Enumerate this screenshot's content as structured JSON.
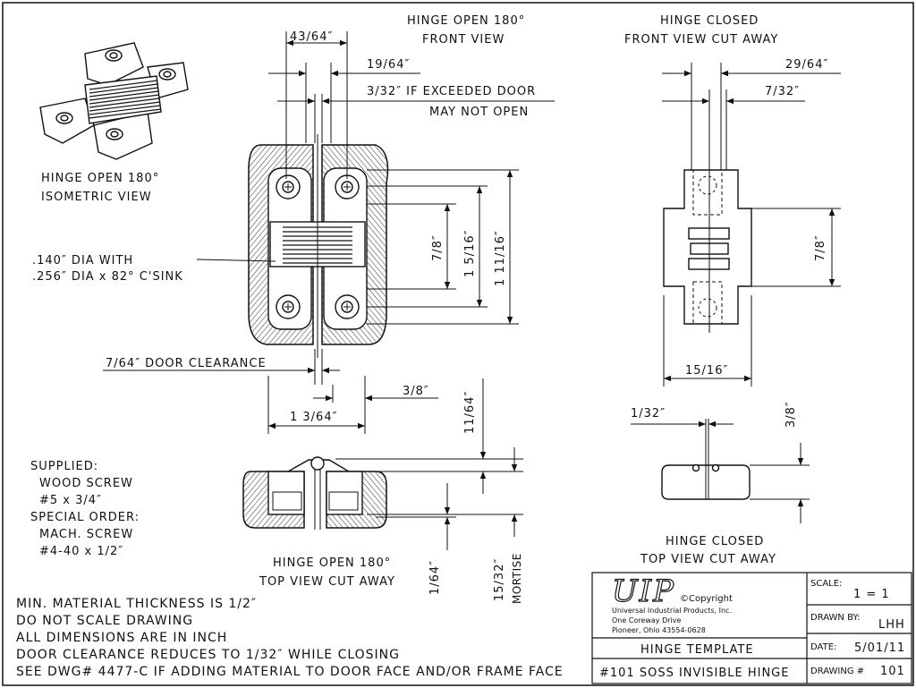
{
  "views": {
    "front_open_title_1": "HINGE OPEN 180°",
    "front_open_title_2": "FRONT VIEW",
    "front_closed_title_1": "HINGE CLOSED",
    "front_closed_title_2": "FRONT VIEW CUT AWAY",
    "iso_title_1": "HINGE OPEN 180°",
    "iso_title_2": "ISOMETRIC VIEW",
    "top_open_title_1": "HINGE OPEN 180°",
    "top_open_title_2": "TOP VIEW CUT AWAY",
    "top_closed_title_1": "HINGE CLOSED",
    "top_closed_title_2": "TOP VIEW CUT AWAY"
  },
  "dimensions": {
    "d_43_64": "43/64″",
    "d_19_64": "19/64″",
    "exceed_1": "3/32″ IF EXCEEDED DOOR",
    "exceed_2": "MAY NOT OPEN",
    "d_7_8": "7/8″",
    "d_1_5_16": "1 5/16″",
    "d_1_11_16": "1 11/16″",
    "dia_1": ".140″ DIA WITH",
    "dia_2": ".256″ DIA x 82° C'SINK",
    "door_clearance": "7/64″ DOOR CLEARANCE",
    "d_3_8": "3/8″",
    "d_1_3_64": "1 3/64″",
    "d_11_64": "11/64″",
    "d_1_64": "1/64″",
    "d_15_32": "15/32″",
    "mortise": "MORTISE",
    "d_29_64": "29/64″",
    "d_7_32": "7/32″",
    "d_7_8_closed": "7/8″",
    "d_15_16": "15/16″",
    "d_1_32": "1/32″",
    "d_3_8_closed": "3/8″"
  },
  "screws": {
    "line1": "SUPPLIED:",
    "line2": "WOOD SCREW",
    "line3": "#5 x 3/4″",
    "line4": "SPECIAL ORDER:",
    "line5": "MACH. SCREW",
    "line6": "#4-40 x 1/2″"
  },
  "notes": [
    "MIN. MATERIAL THICKNESS IS 1/2″",
    "DO NOT SCALE DRAWING",
    "ALL DIMENSIONS ARE IN INCH",
    "DOOR CLEARANCE REDUCES TO 1/32″ WHILE CLOSING",
    "SEE DWG# 4477-C IF ADDING MATERIAL TO DOOR FACE AND/OR FRAME FACE"
  ],
  "title_block": {
    "logo": "UIP",
    "copyright": "©Copyright",
    "company": "Universal Industrial Products, Inc.",
    "address_1": "One Coreway Drive",
    "address_2": "Pioneer, Ohio  43554-0628",
    "template": "HINGE TEMPLATE",
    "product": "#101 SOSS INVISIBLE HINGE",
    "scale_label": "SCALE:",
    "scale_value": "1 = 1",
    "drawn_label": "DRAWN BY:",
    "drawn_value": "LHH",
    "date_label": "DATE:",
    "date_value": "5/01/11",
    "drawing_label": "DRAWING #",
    "drawing_value": "101"
  }
}
